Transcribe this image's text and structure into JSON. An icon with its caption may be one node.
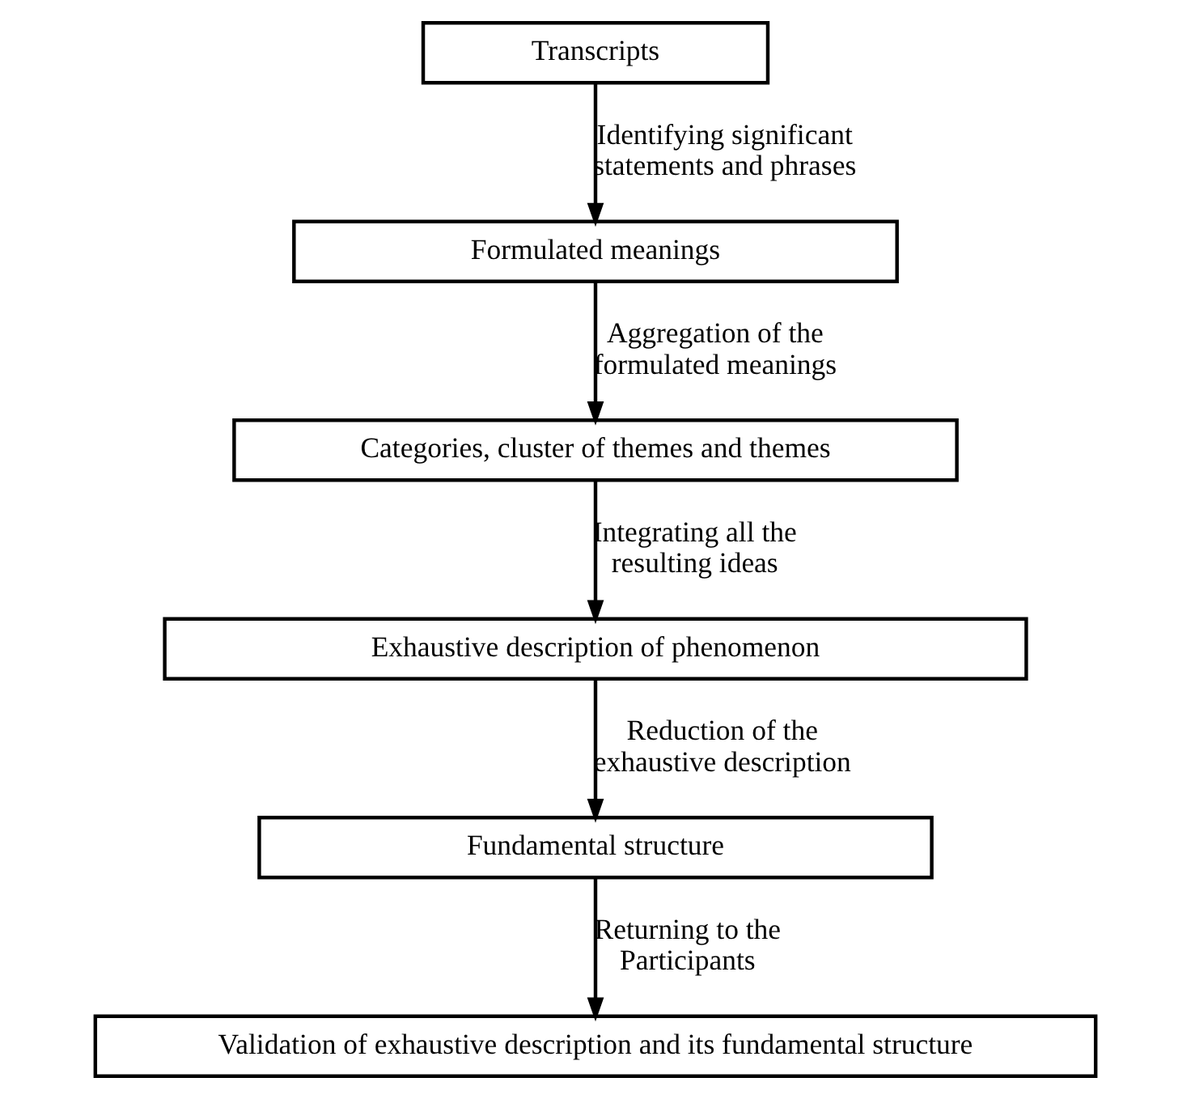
{
  "diagram": {
    "nodes": [
      {
        "text": [
          "Transcripts"
        ]
      },
      {
        "text": [
          "Formulated meanings"
        ]
      },
      {
        "text": [
          "Categories, cluster of themes and themes"
        ]
      },
      {
        "text": [
          "Exhaustive description of phenomenon"
        ]
      },
      {
        "text": [
          "Fundamental structure"
        ]
      },
      {
        "text": [
          "Validation of exhaustive description and its fundamental structure"
        ]
      }
    ],
    "edges": [
      {
        "from": 0,
        "to": 1,
        "arrow": "to",
        "label": "Identifying significant statements and phrases"
      },
      {
        "from": 1,
        "to": 2,
        "arrow": "to",
        "label": "Aggregation of the formulated meanings"
      },
      {
        "from": 2,
        "to": 3,
        "arrow": "to",
        "label": "Integrating all the resulting ideas"
      },
      {
        "from": 3,
        "to": 4,
        "arrow": "to",
        "label": "Reduction of the exhaustive description"
      },
      {
        "from": 4,
        "to": 5,
        "arrow": "to",
        "label": "Returning to the Participants"
      }
    ]
  }
}
